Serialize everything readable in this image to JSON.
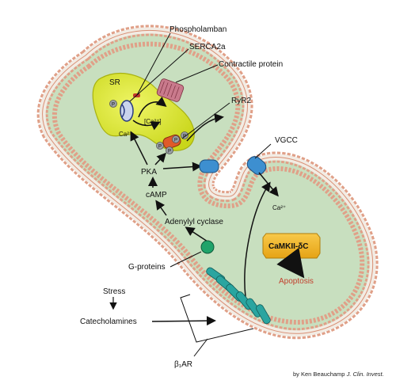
{
  "labels": {
    "phospholamban": "Phospholamban",
    "serca2a": "SERCA2a",
    "contractile_protein": "Contractile protein",
    "ryr2": "RyR2",
    "sr": "SR",
    "ca_sr": "[Ca²⁺]",
    "ca_cyto": "Ca²⁺",
    "p": "P",
    "pka": "PKA",
    "camp": "cAMP",
    "adenylyl_cyclase": "Adenylyl cyclase",
    "vgcc": "VGCC",
    "ca_vgcc": "Ca²⁺",
    "camkii": "CaMKII-δC",
    "apoptosis": "Apoptosis",
    "g_proteins": "G-proteins",
    "stress": "Stress",
    "catecholamines": "Catecholamines",
    "beta1ar": "β₁AR"
  },
  "credit": {
    "prefix": "by Ken Beauchamp",
    "journal": "J. Clin. Invest."
  },
  "colors": {
    "cell_interior": "#c8dfbf",
    "membrane_head": "#e0a088",
    "membrane_tail": "#f2ece4",
    "sr_body": "#d6e62a",
    "camkii_box": "#f2b61f",
    "apoptosis_text": "#c2412f",
    "g_protein": "#1fa36a",
    "receptor": "#2aa5a0",
    "channel": "#3d8fd0"
  }
}
